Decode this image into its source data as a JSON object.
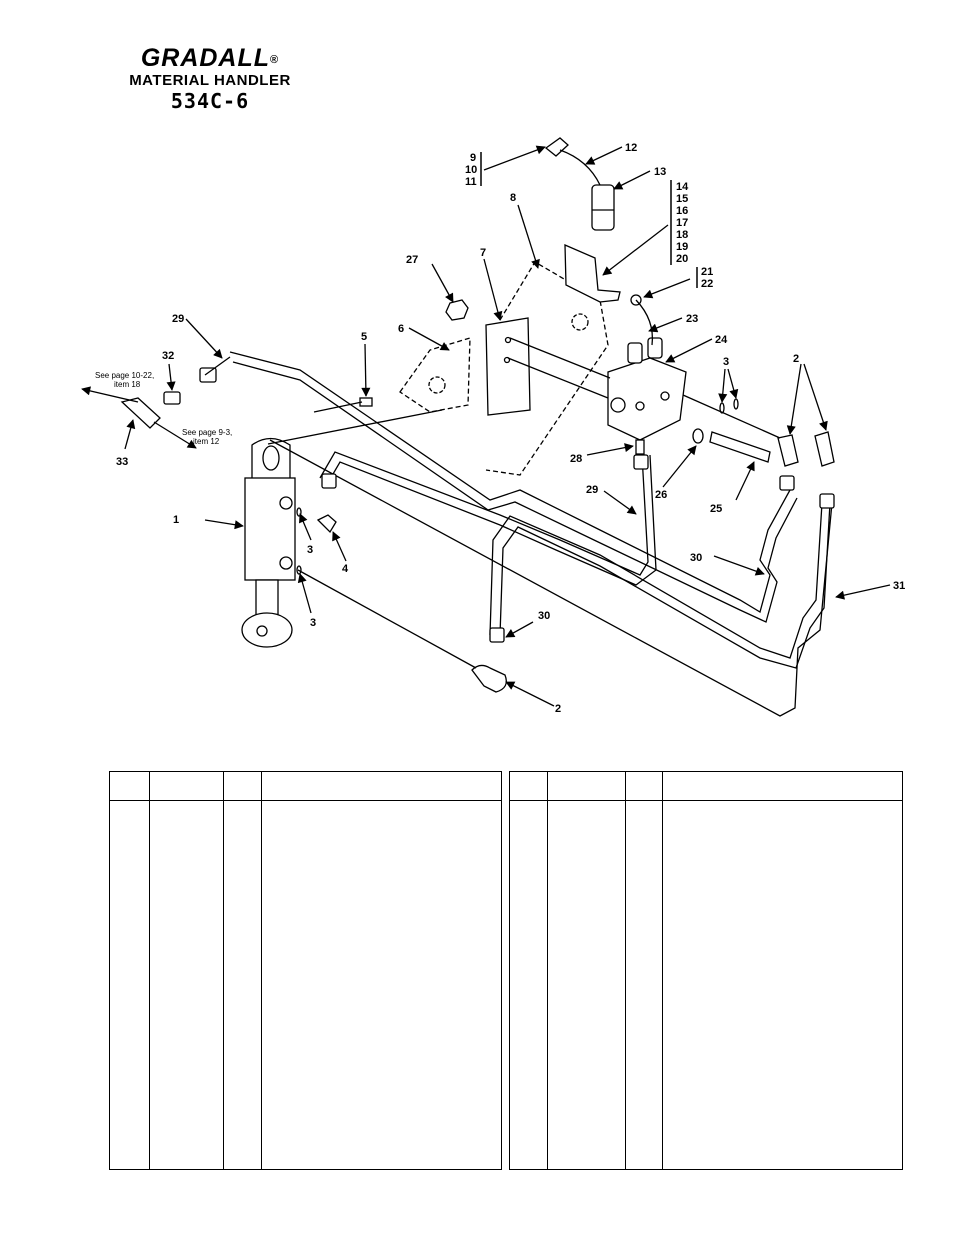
{
  "header": {
    "brand": "GRADALL",
    "registered": "®",
    "product_line": "MATERIAL HANDLER",
    "model": "534C-6"
  },
  "diagram": {
    "callouts": {
      "c1": "1",
      "c2a": "2",
      "c2b": "2",
      "c3a": "3",
      "c3b": "3",
      "c3c": "3",
      "c4": "4",
      "c5": "5",
      "c6": "6",
      "c7": "7",
      "c8": "8",
      "c9": "9",
      "c10": "10",
      "c11": "11",
      "c12": "12",
      "c13": "13",
      "c14": "14",
      "c15": "15",
      "c16": "16",
      "c17": "17",
      "c18": "18",
      "c19": "19",
      "c20": "20",
      "c21": "21",
      "c22": "22",
      "c23": "23",
      "c24": "24",
      "c25": "25",
      "c26": "26",
      "c27": "27",
      "c28": "28",
      "c29a": "29",
      "c29b": "29",
      "c30a": "30",
      "c30b": "30",
      "c31": "31",
      "c32": "32",
      "c33": "33"
    },
    "notes": {
      "n1_line1": "See page 10-22,",
      "n1_line2": "item 18",
      "n2_line1": "See page 9-3,",
      "n2_line2": "item 12"
    }
  },
  "parts_tables": [
    {
      "columns": [
        "",
        "",
        "",
        ""
      ],
      "rows": []
    },
    {
      "columns": [
        "",
        "",
        "",
        ""
      ],
      "rows": []
    }
  ]
}
